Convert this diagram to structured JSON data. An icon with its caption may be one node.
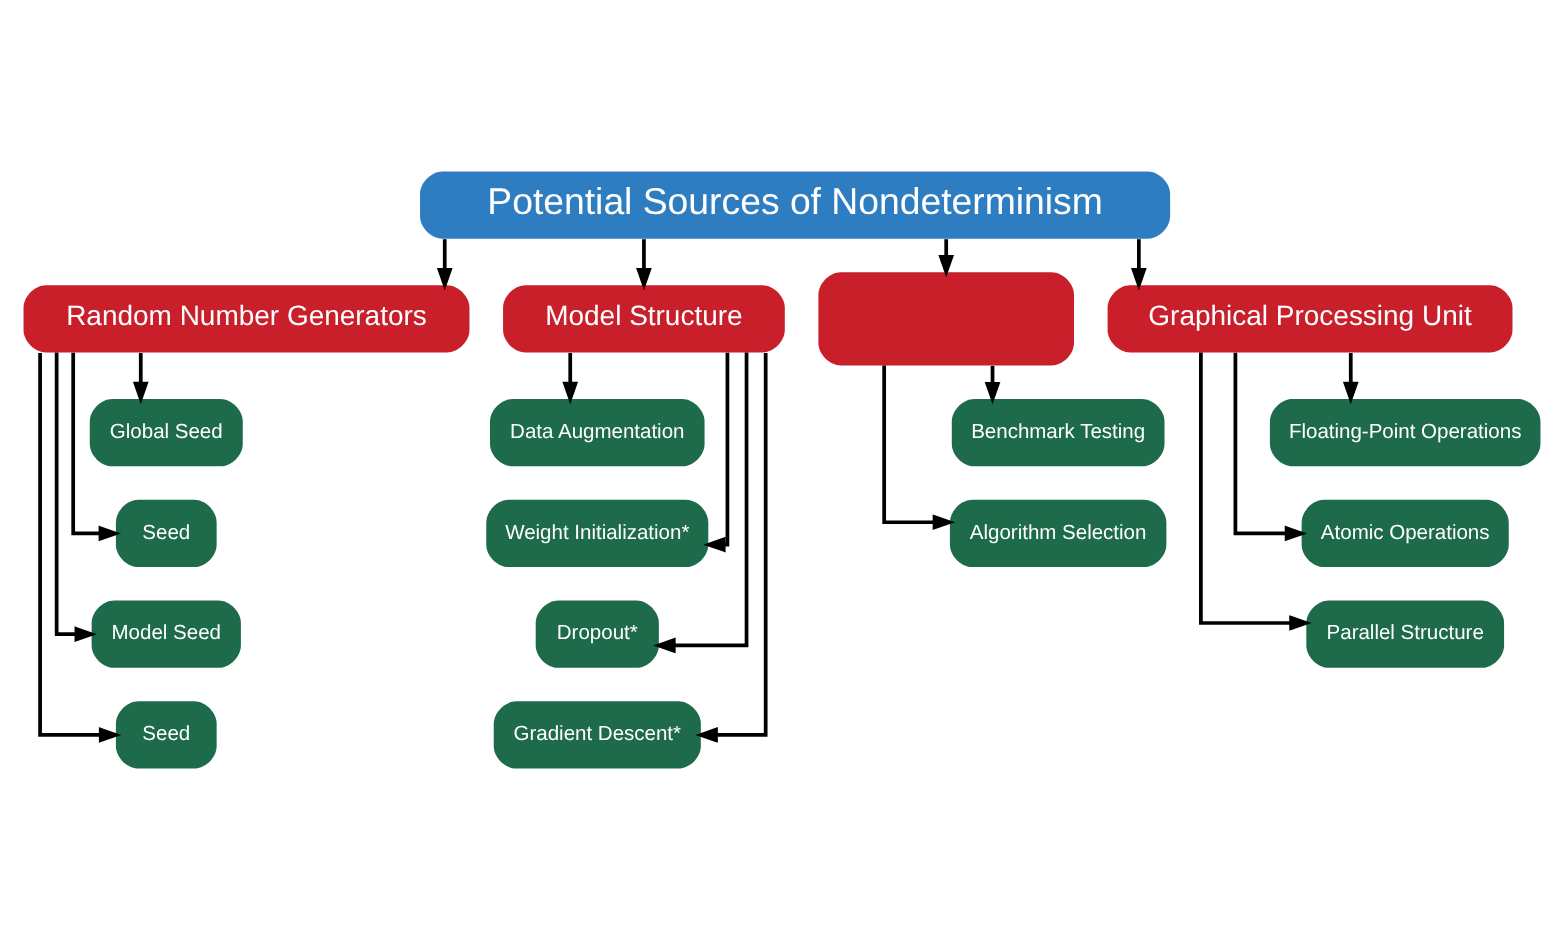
{
  "diagram": {
    "nodes": [
      {
        "text": [
          "Potential Sources of Nondeterminism"
        ]
      },
      {
        "text": [
          "Random Number Generators"
        ]
      },
      {
        "text": [
          "Model Structure"
        ]
      },
      {
        "text": [],
        "shape": "box"
      },
      {
        "text": [
          "Graphical Processing Unit"
        ]
      },
      {
        "text": [
          "Global Seed"
        ]
      },
      {
        "text": [
          "Seed"
        ]
      },
      {
        "text": [
          "Model Seed"
        ]
      },
      {
        "text": [
          "Seed"
        ]
      },
      {
        "text": [
          "Data Augmentation"
        ]
      },
      {
        "text": [
          "Weight Initialization*"
        ]
      },
      {
        "text": [
          "Dropout*"
        ]
      },
      {
        "text": [
          "Gradient Descent*"
        ]
      },
      {
        "text": [
          "Benchmark Testing"
        ]
      },
      {
        "text": [
          "Algorithm Selection"
        ]
      },
      {
        "text": [
          "Floating-Point Operations"
        ]
      },
      {
        "text": [
          "Atomic Operations"
        ]
      },
      {
        "text": [
          "Parallel Structure"
        ]
      }
    ],
    "edges": [
      {
        "from": 0,
        "to": 1,
        "arrow": "to"
      },
      {
        "from": 0,
        "to": 2,
        "arrow": "to"
      },
      {
        "from": 0,
        "to": 3,
        "arrow": "to"
      },
      {
        "from": 0,
        "to": 4,
        "arrow": "to"
      },
      {
        "from": 1,
        "to": 5,
        "arrow": "to"
      },
      {
        "from": 1,
        "to": 6,
        "arrow": "to"
      },
      {
        "from": 1,
        "to": 7,
        "arrow": "to"
      },
      {
        "from": 1,
        "to": 8,
        "arrow": "to"
      },
      {
        "from": 2,
        "to": 9,
        "arrow": "to"
      },
      {
        "from": 2,
        "to": 10,
        "arrow": "to"
      },
      {
        "from": 2,
        "to": 11,
        "arrow": "to"
      },
      {
        "from": 2,
        "to": 12,
        "arrow": "to"
      },
      {
        "from": 3,
        "to": 13,
        "arrow": "to"
      },
      {
        "from": 3,
        "to": 14,
        "arrow": "to"
      },
      {
        "from": 4,
        "to": 15,
        "arrow": "to"
      },
      {
        "from": 4,
        "to": 16,
        "arrow": "to"
      },
      {
        "from": 4,
        "to": 17,
        "arrow": "to"
      }
    ]
  }
}
